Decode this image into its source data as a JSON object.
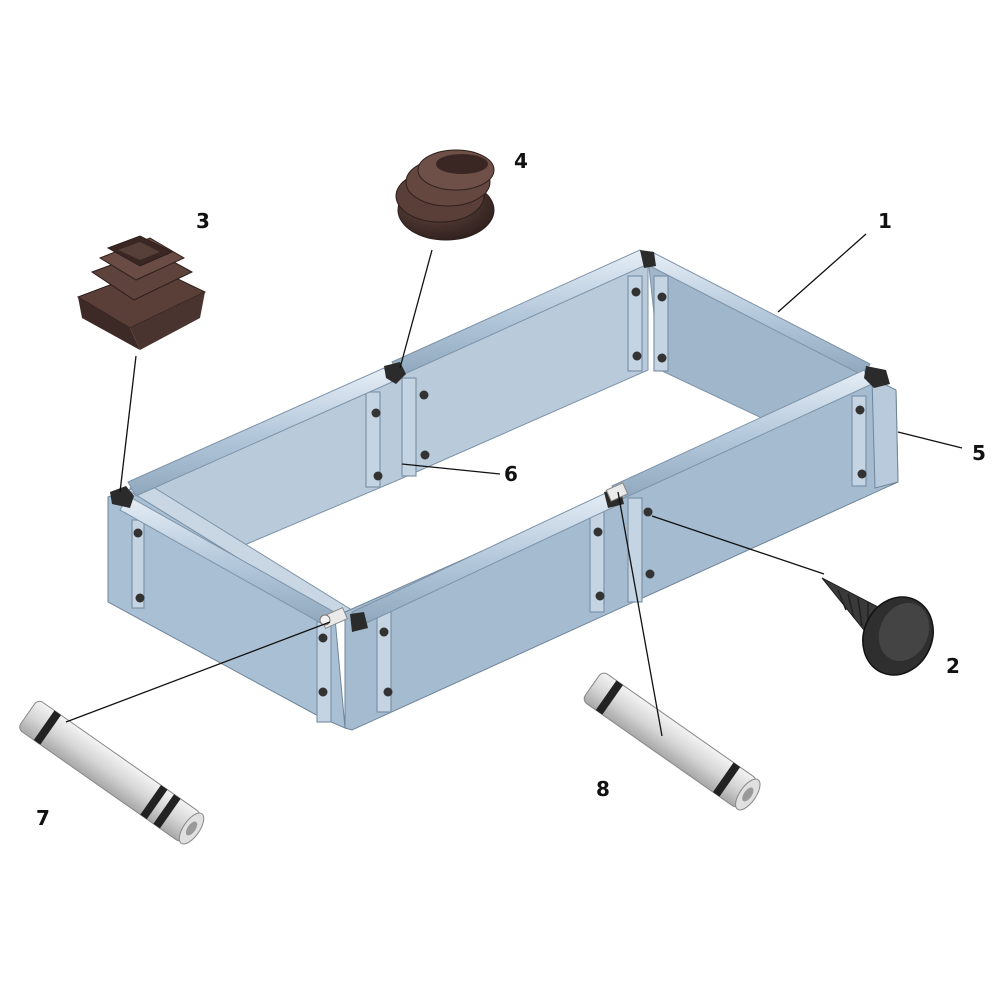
{
  "diagram": {
    "callouts": [
      {
        "id": "1",
        "label": "1"
      },
      {
        "id": "2",
        "label": "2"
      },
      {
        "id": "3",
        "label": "3"
      },
      {
        "id": "4",
        "label": "4"
      },
      {
        "id": "5",
        "label": "5"
      },
      {
        "id": "6",
        "label": "6"
      },
      {
        "id": "7",
        "label": "7"
      },
      {
        "id": "8",
        "label": "8"
      }
    ]
  },
  "colors": {
    "panel_face": "#a9bfd3",
    "panel_light": "#c3d3e2",
    "panel_dark": "#8fa7bd",
    "rail": "#b5c9dc",
    "rail_highlight": "#e6eef6",
    "corner_cap": "#2b2b2b",
    "plug": "#4a3430",
    "plug_dark": "#2e1f1c",
    "screw": "#333333",
    "pin": "#dadada",
    "leader": "#111111"
  }
}
